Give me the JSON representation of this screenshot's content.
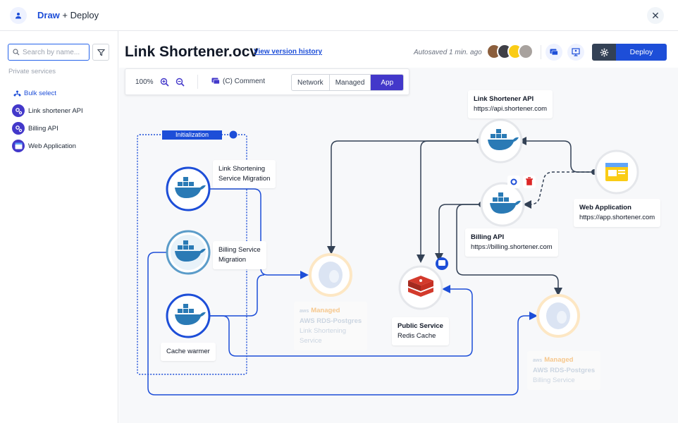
{
  "app": {
    "brand": "Draw",
    "title_suffix": "+ Deploy"
  },
  "sidebar": {
    "search_placeholder": "Search by name...",
    "section_label": "Private services",
    "bulk_select": "Bulk select",
    "items": [
      {
        "label": "Link shortener API",
        "icon": "gear-icon"
      },
      {
        "label": "Billing API",
        "icon": "gear-icon"
      },
      {
        "label": "Web Application",
        "icon": "browser-icon"
      }
    ]
  },
  "header": {
    "title": "Link Shortener.ocv",
    "version_link": "View version history",
    "autosaved": "Autosaved 1 min. ago",
    "deploy_label": "Deploy"
  },
  "toolbar": {
    "zoom": "100%",
    "comment": "(C) Comment",
    "views": [
      "Network",
      "Managed",
      "App"
    ],
    "active_view": "App"
  },
  "diagram": {
    "group_label": "Initialization",
    "nodes": {
      "migration_link": {
        "line1": "Link Shortening",
        "line2": "Service Migration"
      },
      "migration_billing": {
        "line1": "Billing Service",
        "line2": "Migration"
      },
      "cache_warmer": {
        "label": "Cache warmer"
      },
      "link_api": {
        "title": "Link Shortener API",
        "url": "https://api.shortener.com"
      },
      "billing_api": {
        "title": "Billing API",
        "url": "https://billing.shortener.com"
      },
      "web_app": {
        "title": "Web Application",
        "url": "https://app.shortener.com"
      },
      "public_service": {
        "title": "Public Service",
        "subtitle": "Redis Cache"
      },
      "rds_link": {
        "aws": "aws",
        "managed": "Managed",
        "title": "AWS RDS-Postgres",
        "line2": "Link Shortening",
        "line3": "Service"
      },
      "rds_billing": {
        "aws": "aws",
        "managed": "Managed",
        "title": "AWS RDS-Postgres",
        "line2": "Billing Service"
      }
    }
  },
  "colors": {
    "accent": "#1d4ed8",
    "active_tab": "#4338ca",
    "edge_dark": "#334155",
    "edge_blue": "#1d4ed8",
    "rds_ring": "#fde7c4"
  }
}
